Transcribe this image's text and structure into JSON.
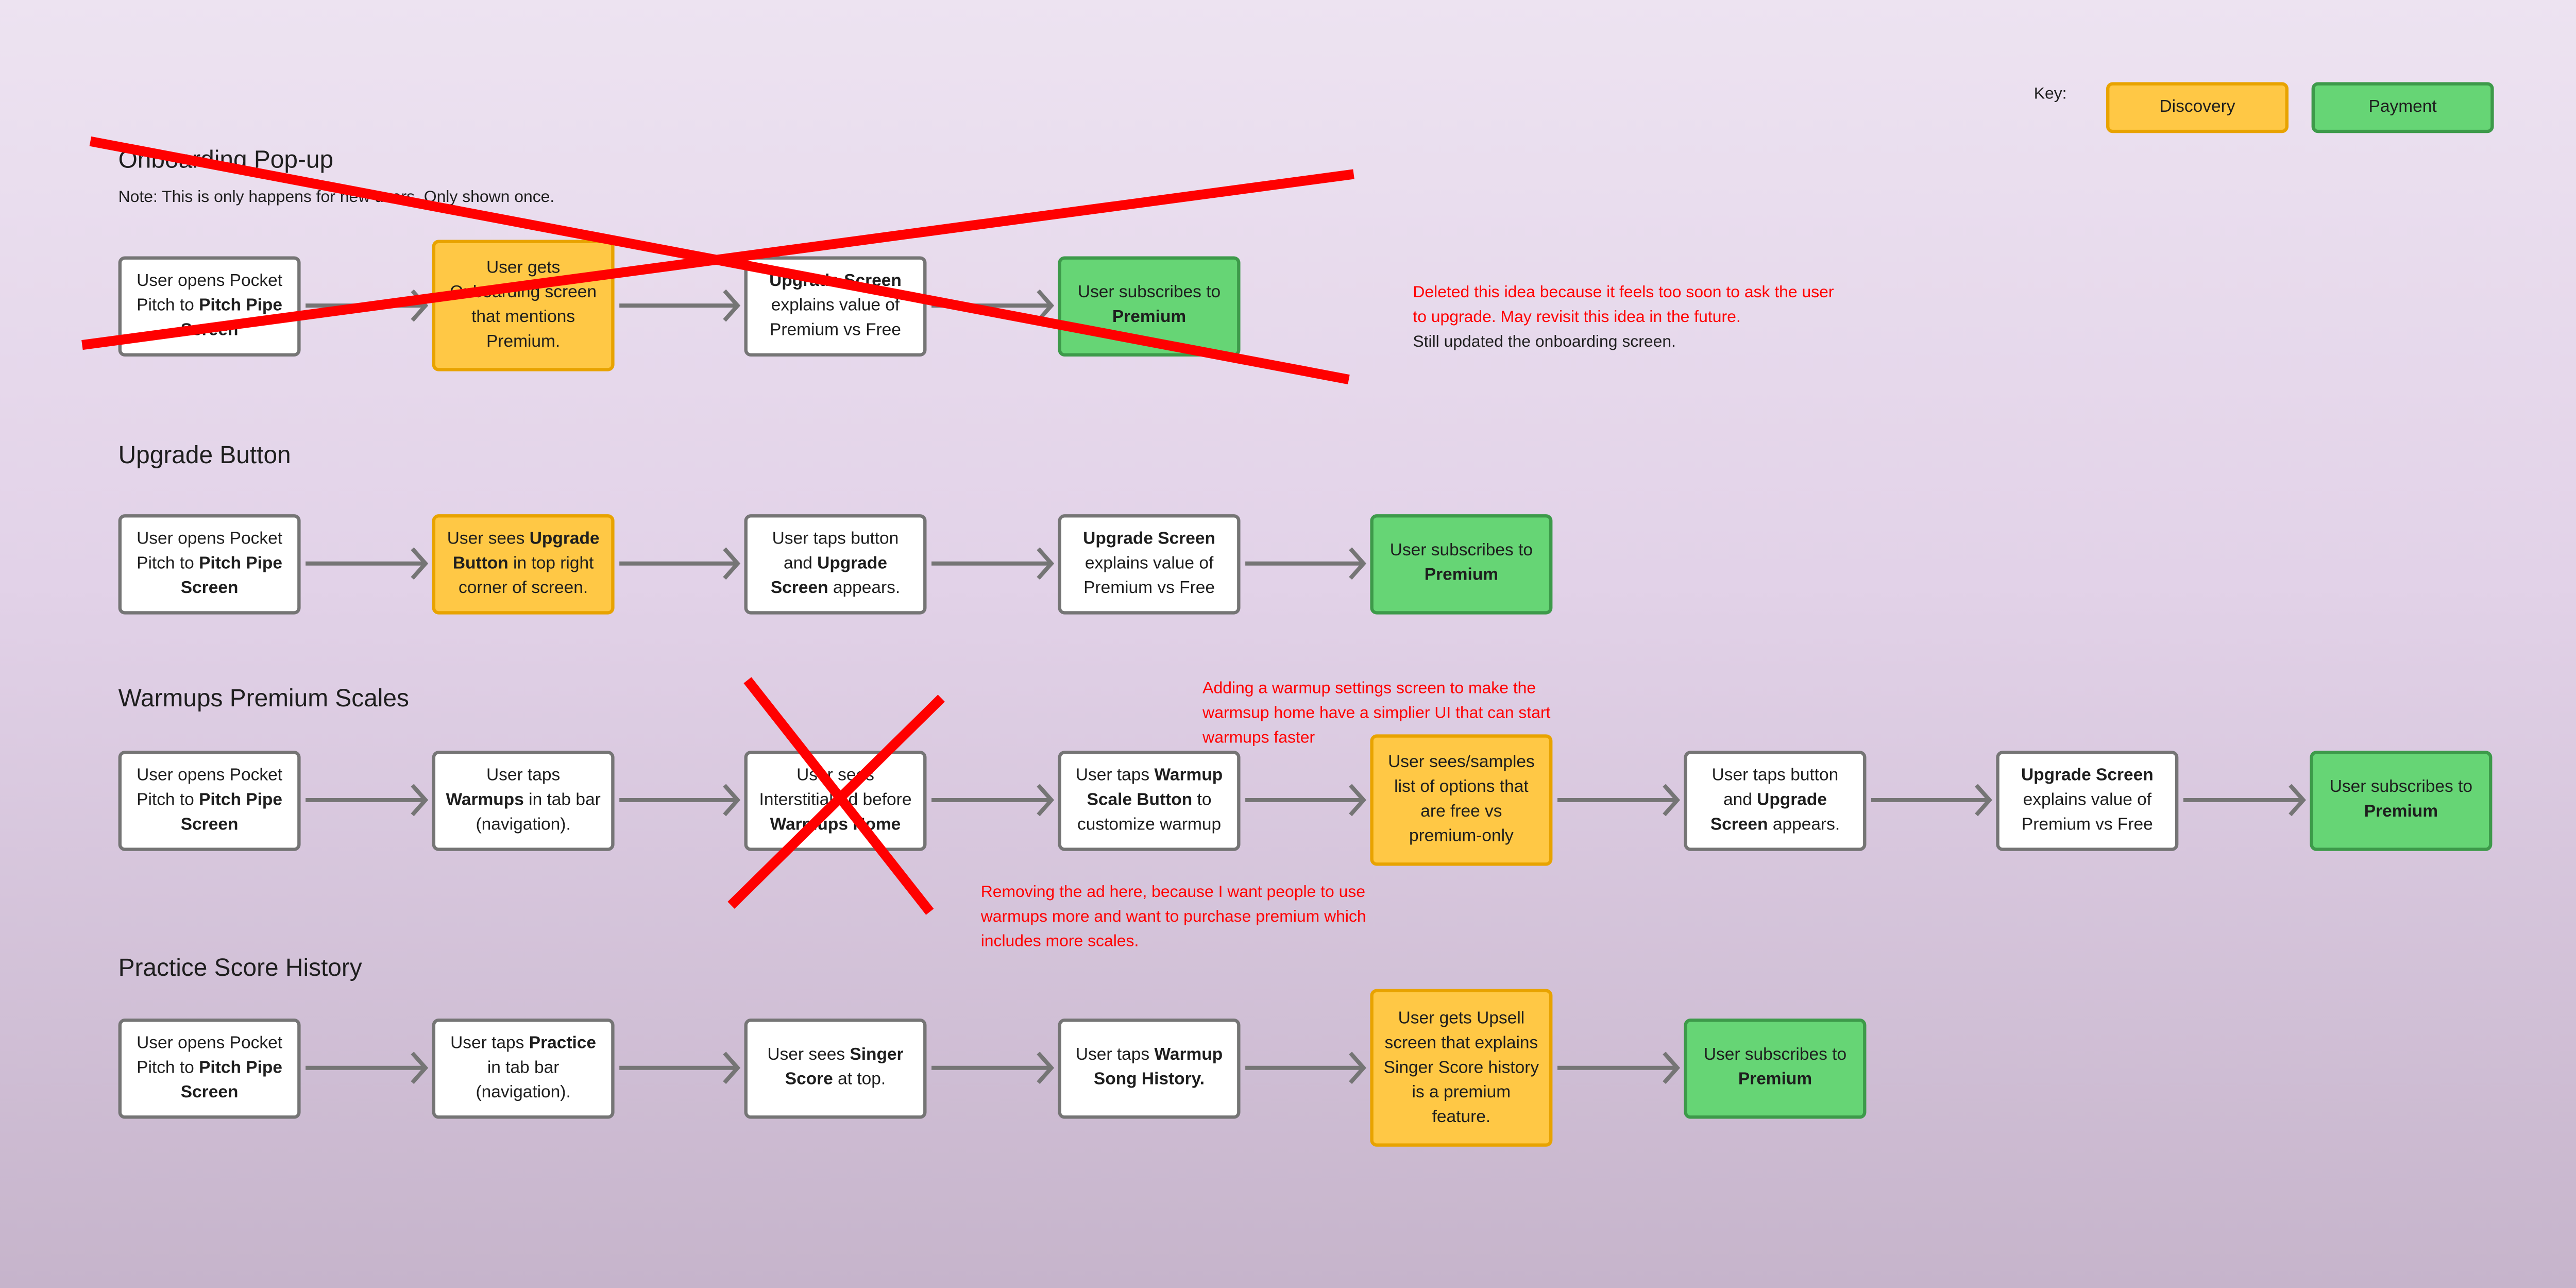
{
  "key": {
    "label": "Key:",
    "items": [
      {
        "label": "Discovery",
        "type": "discovery"
      },
      {
        "label": "Payment",
        "type": "payment"
      }
    ]
  },
  "colors": {
    "discovery": "#ffc845",
    "payment": "#66d575",
    "strike": "#ff0000",
    "arrow": "#757575"
  },
  "flows": [
    {
      "title": "Onboarding Pop-up",
      "note": "Note: This is only happens for new users. Only shown once.",
      "crossed_out": true,
      "steps": [
        {
          "type": "default",
          "parts": [
            {
              "t": "User opens Pocket Pitch to "
            },
            {
              "t": "Pitch Pipe Screen",
              "b": true
            }
          ]
        },
        {
          "type": "discovery",
          "parts": [
            {
              "t": "User gets Onboarding screen that mentions Premium."
            }
          ]
        },
        {
          "type": "default",
          "parts": [
            {
              "t": "Upgrade Screen",
              "b": true
            },
            {
              "t": " explains value of Premium vs Free"
            }
          ]
        },
        {
          "type": "payment",
          "parts": [
            {
              "t": "User subscribes to "
            },
            {
              "t": "Premium",
              "b": true
            }
          ]
        }
      ],
      "comment": [
        "Deleted this idea because it feels too soon to ask the user to upgrade. May revisit this idea in the future."
      ],
      "comment_black": "Still updated the onboarding screen."
    },
    {
      "title": "Upgrade Button",
      "steps": [
        {
          "type": "default",
          "parts": [
            {
              "t": "User opens Pocket Pitch to "
            },
            {
              "t": "Pitch Pipe Screen",
              "b": true
            }
          ]
        },
        {
          "type": "discovery",
          "parts": [
            {
              "t": "User sees "
            },
            {
              "t": "Upgrade Button",
              "b": true
            },
            {
              "t": " in top right corner of screen."
            }
          ]
        },
        {
          "type": "default",
          "parts": [
            {
              "t": "User taps button and "
            },
            {
              "t": "Upgrade Screen",
              "b": true
            },
            {
              "t": " appears."
            }
          ]
        },
        {
          "type": "default",
          "parts": [
            {
              "t": "Upgrade Screen",
              "b": true
            },
            {
              "t": " explains value of Premium vs Free"
            }
          ]
        },
        {
          "type": "payment",
          "parts": [
            {
              "t": "User subscribes to "
            },
            {
              "t": "Premium",
              "b": true
            }
          ]
        }
      ]
    },
    {
      "title": "Warmups Premium Scales",
      "steps": [
        {
          "type": "default",
          "parts": [
            {
              "t": "User opens Pocket Pitch to "
            },
            {
              "t": "Pitch Pipe Screen",
              "b": true
            }
          ]
        },
        {
          "type": "default",
          "parts": [
            {
              "t": "User taps "
            },
            {
              "t": "Warmups",
              "b": true
            },
            {
              "t": " in tab bar (navigation)."
            }
          ]
        },
        {
          "type": "default",
          "crossed": true,
          "parts": [
            {
              "t": "User sees Interstitial Ad before "
            },
            {
              "t": "Warmups Home",
              "b": true
            }
          ]
        },
        {
          "type": "default",
          "parts": [
            {
              "t": "User taps "
            },
            {
              "t": "Warmup Scale Button",
              "b": true
            },
            {
              "t": " to customize warmup"
            }
          ]
        },
        {
          "type": "discovery",
          "parts": [
            {
              "t": "User sees/samples list of options that are free vs premium-only"
            }
          ]
        },
        {
          "type": "default",
          "parts": [
            {
              "t": "User taps button and "
            },
            {
              "t": "Upgrade Screen",
              "b": true
            },
            {
              "t": " appears."
            }
          ]
        },
        {
          "type": "default",
          "parts": [
            {
              "t": "Upgrade Screen",
              "b": true
            },
            {
              "t": " explains value of Premium vs Free"
            }
          ]
        },
        {
          "type": "payment",
          "parts": [
            {
              "t": "User subscribes to "
            },
            {
              "t": "Premium",
              "b": true
            }
          ]
        }
      ],
      "comment_top": "Adding a warmup settings screen to make the warmsup home have a simplier UI that can start warmups faster",
      "comment_bottom": "Removing the ad here, because I want people to use warmups more and want to purchase premium which includes more scales."
    },
    {
      "title": "Practice Score History",
      "steps": [
        {
          "type": "default",
          "parts": [
            {
              "t": "User opens Pocket Pitch to "
            },
            {
              "t": "Pitch Pipe Screen",
              "b": true
            }
          ]
        },
        {
          "type": "default",
          "parts": [
            {
              "t": "User taps "
            },
            {
              "t": "Practice",
              "b": true
            },
            {
              "t": " in tab bar (navigation)."
            }
          ]
        },
        {
          "type": "default",
          "parts": [
            {
              "t": "User sees "
            },
            {
              "t": "Singer Score",
              "b": true
            },
            {
              "t": " at top."
            }
          ]
        },
        {
          "type": "default",
          "parts": [
            {
              "t": "User taps "
            },
            {
              "t": "Warmup Song History.",
              "b": true
            }
          ]
        },
        {
          "type": "discovery",
          "parts": [
            {
              "t": "User gets Upsell screen that explains Singer Score history is a premium feature."
            }
          ]
        },
        {
          "type": "payment",
          "parts": [
            {
              "t": "User subscribes to "
            },
            {
              "t": "Premium",
              "b": true
            }
          ]
        }
      ]
    }
  ]
}
